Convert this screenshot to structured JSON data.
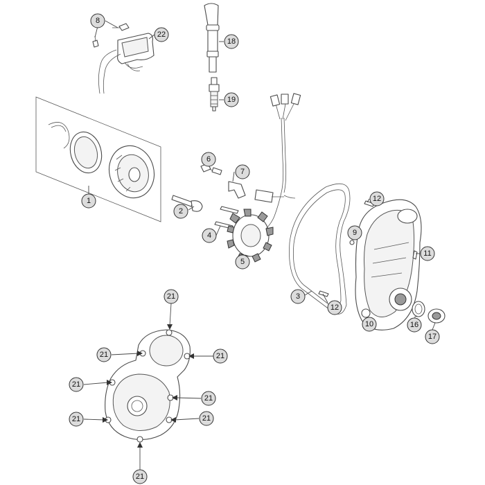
{
  "callouts": {
    "c1": "1",
    "c2": "2",
    "c3": "3",
    "c4": "4",
    "c5": "5",
    "c6": "6",
    "c7": "7",
    "c8": "8",
    "c9": "9",
    "c10": "10",
    "c11": "11",
    "c12a": "12",
    "c12b": "12",
    "c16": "16",
    "c17": "17",
    "c18": "18",
    "c19": "19",
    "c21a": "21",
    "c21b": "21",
    "c21c": "21",
    "c21d": "21",
    "c21e": "21",
    "c21f": "21",
    "c21g": "21",
    "c21h": "21",
    "c22": "22"
  }
}
